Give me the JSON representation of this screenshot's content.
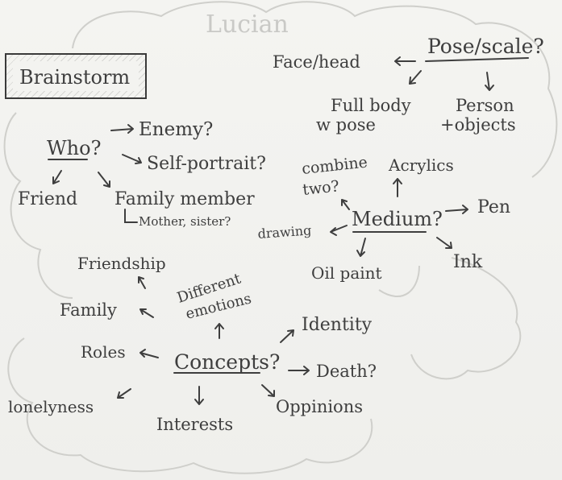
{
  "title": "Brainstorm",
  "ghost_text": "Lucian",
  "nodes": {
    "pose_scale": "Pose/scale?",
    "face_head": "Face/head",
    "full_body": "Full body",
    "w_pose": "w pose",
    "person": "Person",
    "objects": "+objects",
    "who": "Who?",
    "enemy": "Enemy?",
    "self_portrait": "Self-portrait?",
    "friend": "Friend",
    "family_member": "Family member",
    "mother_sister": "Mother, sister?",
    "combine": "combine",
    "two": "two?",
    "acrylics": "Acrylics",
    "medium": "Medium?",
    "pen": "Pen",
    "drawing": "drawing",
    "oil_paint": "Oil paint",
    "ink": "Ink",
    "friendship": "Friendship",
    "family": "Family",
    "different": "Different",
    "emotions": "emotions",
    "identity": "Identity",
    "roles": "Roles",
    "concepts": "Concepts?",
    "death": "Death?",
    "lonelyness": "lonelyness",
    "interests": "Interests",
    "oppinions": "Oppinions"
  },
  "colors": {
    "ink": "#3e3e3e",
    "paper": "#f2f2ee",
    "cloud": "#cfcfcb"
  }
}
